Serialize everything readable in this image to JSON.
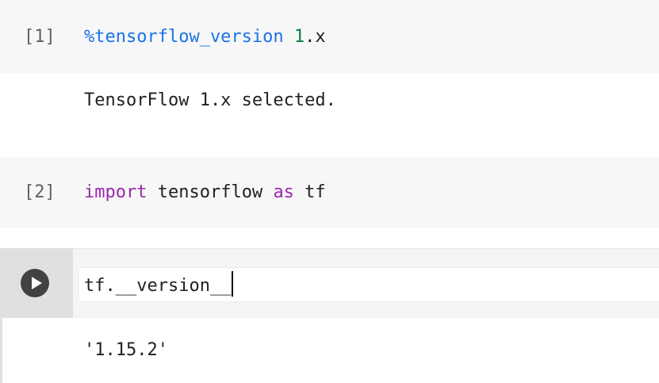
{
  "cells": [
    {
      "prompt": "[1]",
      "code": {
        "magic": "%tensorflow_version",
        "space": " ",
        "number": "1",
        "rest": ".x"
      },
      "output": "TensorFlow 1.x selected."
    },
    {
      "prompt": "[2]",
      "code": {
        "kw_import": "import",
        "module": " tensorflow ",
        "kw_as": "as",
        "alias": " tf"
      },
      "output": ""
    },
    {
      "prompt": "",
      "code": {
        "text": "tf.__version__"
      },
      "output": "'1.15.2'",
      "run_icon": "play-icon"
    }
  ],
  "colors": {
    "magic": "#1a73e8",
    "number": "#0b8043",
    "keyword": "#9c27b0",
    "run_button": "#424242"
  }
}
